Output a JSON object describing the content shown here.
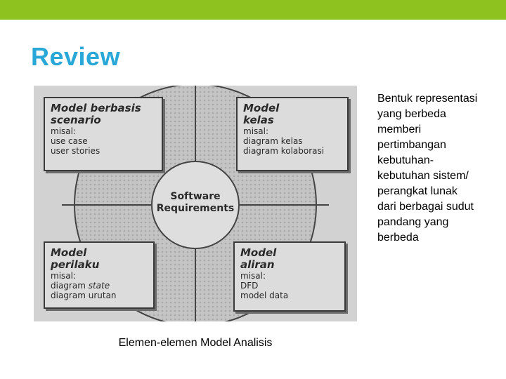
{
  "colors": {
    "topbar": "#8dc21f",
    "title": "#29a8d8"
  },
  "title": "Review",
  "figure": {
    "center": [
      "Software",
      "Requirements"
    ],
    "top_left": {
      "title": [
        "Model berbasis",
        "scenario"
      ],
      "items": [
        "misal:",
        "use case",
        "user stories"
      ]
    },
    "top_right": {
      "title": [
        "Model",
        "kelas"
      ],
      "items": [
        "misal:",
        "diagram kelas",
        "diagram kolaborasi"
      ]
    },
    "bottom_left": {
      "title": [
        "Model",
        "perilaku"
      ],
      "items": [
        "misal:",
        "diagram ",
        "state",
        "diagram urutan"
      ]
    },
    "bottom_right": {
      "title": [
        "Model",
        "aliran"
      ],
      "items": [
        "misal:",
        "DFD",
        "model data"
      ]
    }
  },
  "caption": "Elemen-elemen Model Analisis",
  "side_text": [
    "Bentuk representasi",
    "yang berbeda",
    "memberi",
    "pertimbangan",
    "kebutuhan-",
    "kebutuhan sistem/",
    "perangkat lunak",
    "dari berbagai sudut",
    "pandang yang",
    "berbeda"
  ]
}
